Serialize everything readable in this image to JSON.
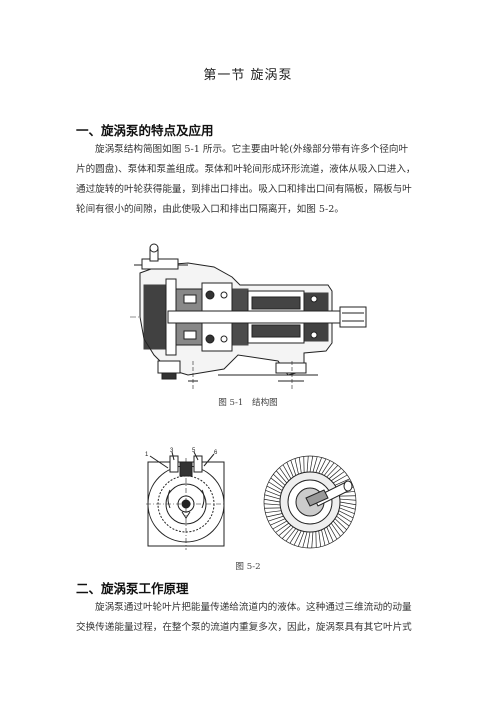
{
  "section_title": "第一节 旋涡泵",
  "heading1": "一、旋涡泵的特点及应用",
  "paragraph1": [
    "旋涡泵结构简图如图 5-1 所示。它主要由叶轮(外缘部分带有许多个径向叶",
    "片的圆盘)、泵体和泵盖组成。泵体和叶轮间形成环形流道，液体从吸入口进入，",
    "通过旋转的叶轮获得能量，到排出口排出。吸入口和排出口间有隔板，隔板与叶",
    "轮间有很小的间隙，由此使吸入口和排出口隔离开，如图 5-2。"
  ],
  "figure1_caption": "图 5-1　结构图",
  "figure2_labels": [
    "1",
    "3",
    "5",
    "6"
  ],
  "figure2_caption": "图 5-2",
  "heading2": "二、旋涡泵工作原理",
  "paragraph2": [
    "旋涡泵通过叶轮叶片把能量传递给流道内的液体。这种通过三维流动的动量",
    "交换传递能量过程，在整个泵的流道内重复多次，因此，旋涡泵具有其它叶片式"
  ]
}
